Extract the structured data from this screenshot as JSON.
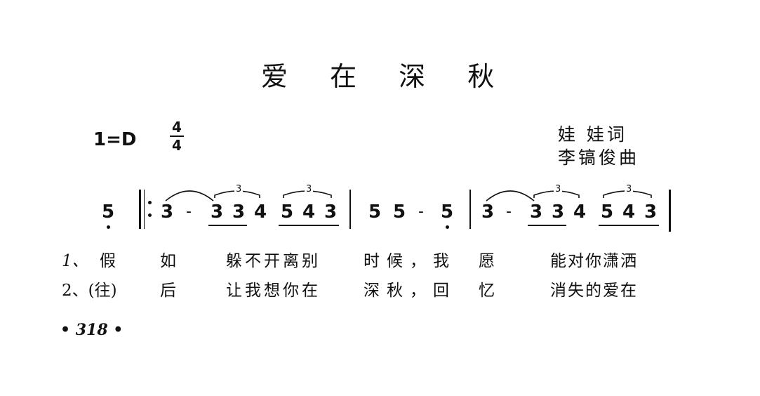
{
  "title": "爱 在 深 秋",
  "key": "1=D",
  "time_signature": {
    "top": "4",
    "bottom": "4"
  },
  "lyricist": "娃 娃词",
  "composer": "李镐俊曲",
  "notation": {
    "pickup": "5",
    "measure1": [
      "3",
      "-",
      "3",
      "3",
      "4",
      "5",
      "4",
      "3"
    ],
    "measure2": [
      "5",
      "5",
      "-",
      "5"
    ],
    "measure3": [
      "3",
      "-",
      "3",
      "3",
      "4",
      "5",
      "4",
      "3"
    ],
    "triplet_mark": "3"
  },
  "lyrics": {
    "verse1": {
      "number": "1、",
      "words": [
        "假",
        "如",
        "躲不开离别",
        "时候，我",
        "愿",
        "能对你潇洒"
      ]
    },
    "verse2": {
      "number": "2、(往)",
      "words": [
        "后",
        "让我想你在",
        "深秋，回",
        "忆",
        "消失的爱在"
      ]
    }
  },
  "page_number": "• 318 •"
}
